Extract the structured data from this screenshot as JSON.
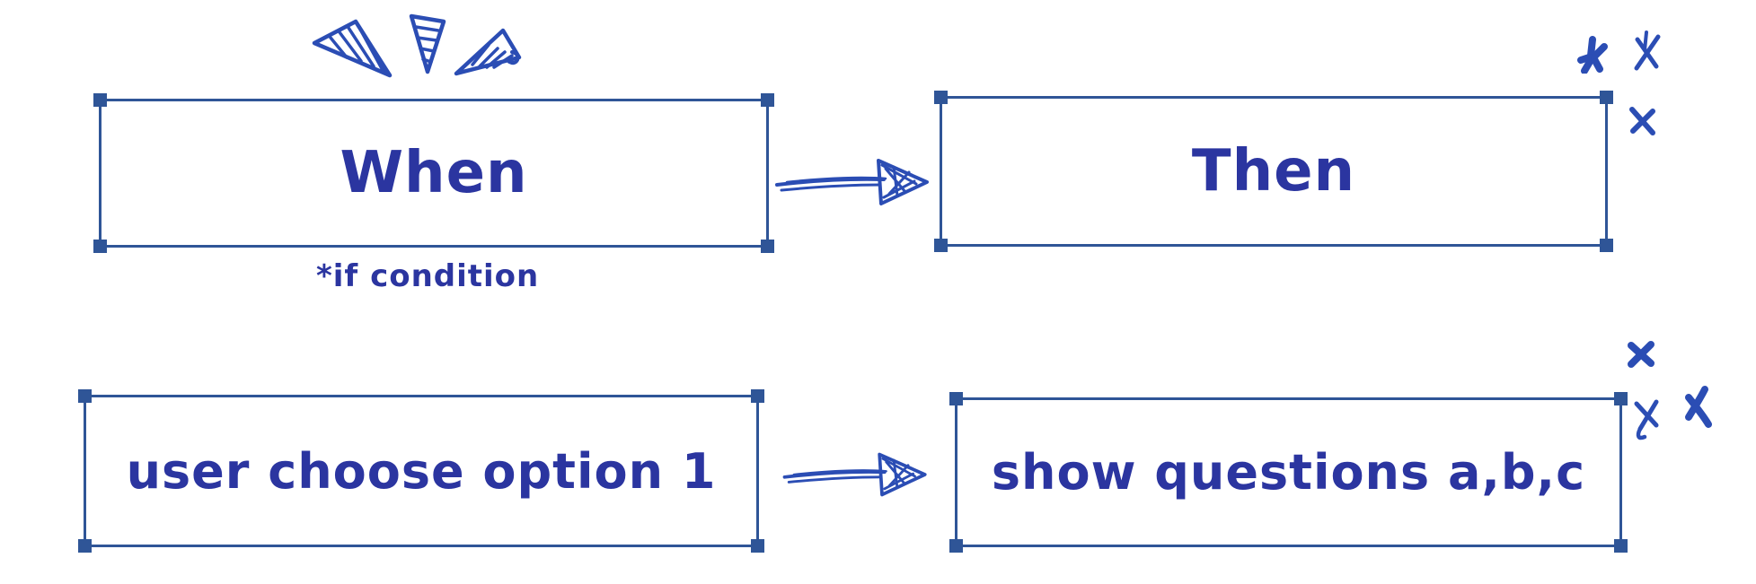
{
  "canvas": {
    "background": "#ffffff",
    "text_ink": "#2b35a0",
    "sketch_ink": "#2b4db4",
    "border_ink": "#2f5597"
  },
  "flow_rule": {
    "when_label": "When",
    "then_label": "Then",
    "condition_note": "*if condition"
  },
  "flow_example": {
    "trigger_label": "user choose option 1",
    "action_label": "show questions a,b,c"
  }
}
